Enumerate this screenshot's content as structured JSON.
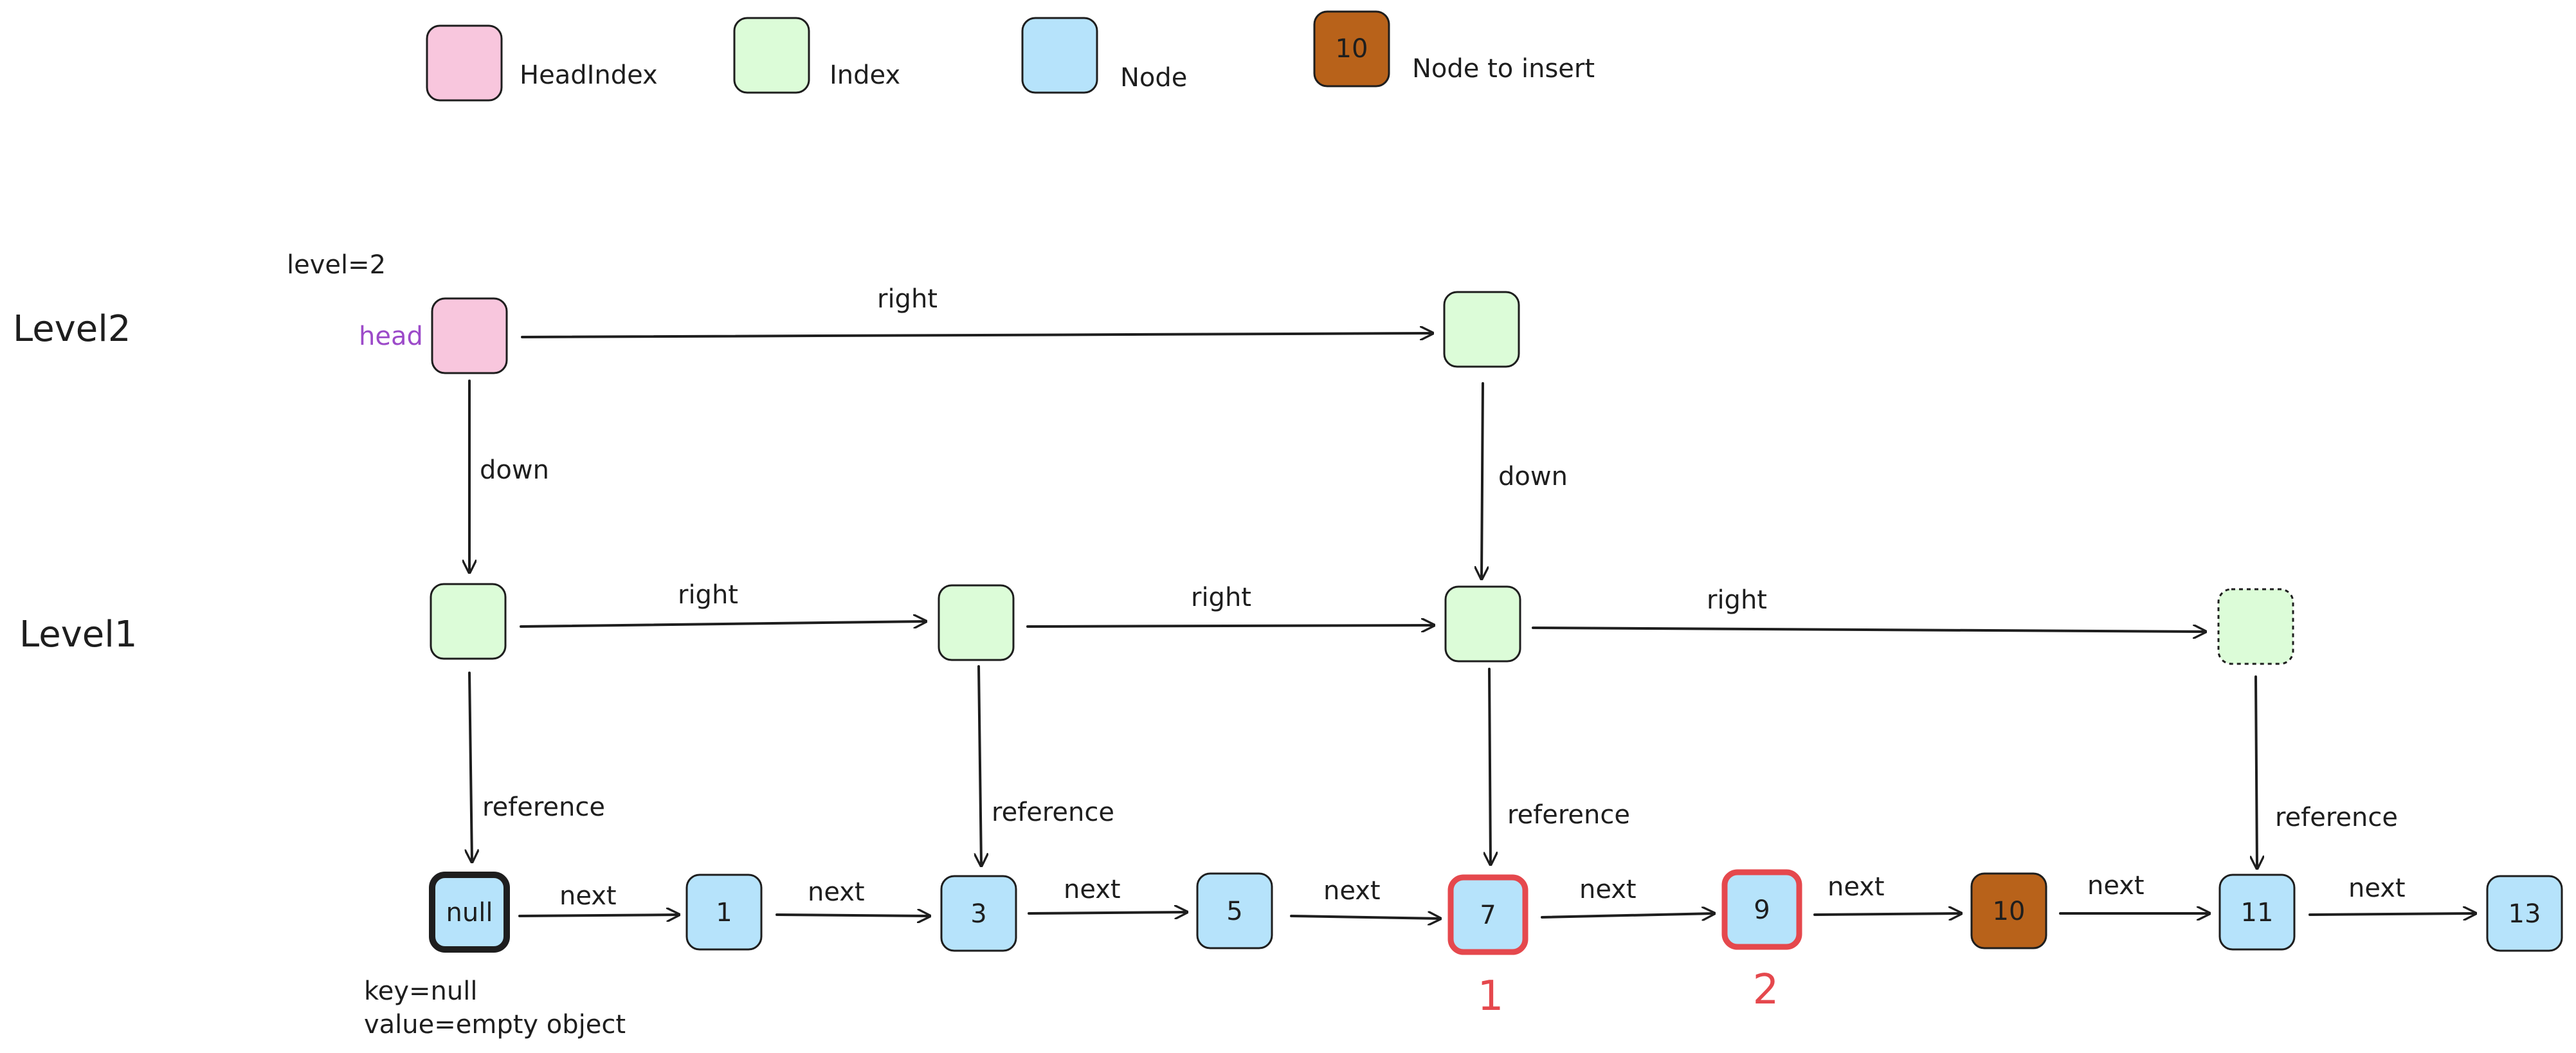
{
  "colors": {
    "head_index": "#f8c6dd",
    "index": "#dcfcd8",
    "node": "#b6e3fb",
    "node_to_insert": "#b8621a",
    "highlight": "#e5484d",
    "head_label": "#9c4ac9"
  },
  "legend": [
    {
      "label": "HeadIndex",
      "kind": "head_index",
      "value": ""
    },
    {
      "label": "Index",
      "kind": "index",
      "value": ""
    },
    {
      "label": "Node",
      "kind": "node",
      "value": ""
    },
    {
      "label": "Node to insert",
      "kind": "node_to_insert",
      "value": "10"
    }
  ],
  "levels": [
    "Level2",
    "Level1"
  ],
  "level_note": "level=2",
  "head_label": "head",
  "edge_labels": {
    "right": "right",
    "down": "down",
    "reference": "reference",
    "next": "next"
  },
  "nodes": [
    "null",
    "1",
    "3",
    "5",
    "7",
    "9",
    "10",
    "11",
    "13"
  ],
  "markers": [
    "1",
    "2"
  ],
  "null_node_notes": [
    "key=null",
    "value=empty object"
  ]
}
